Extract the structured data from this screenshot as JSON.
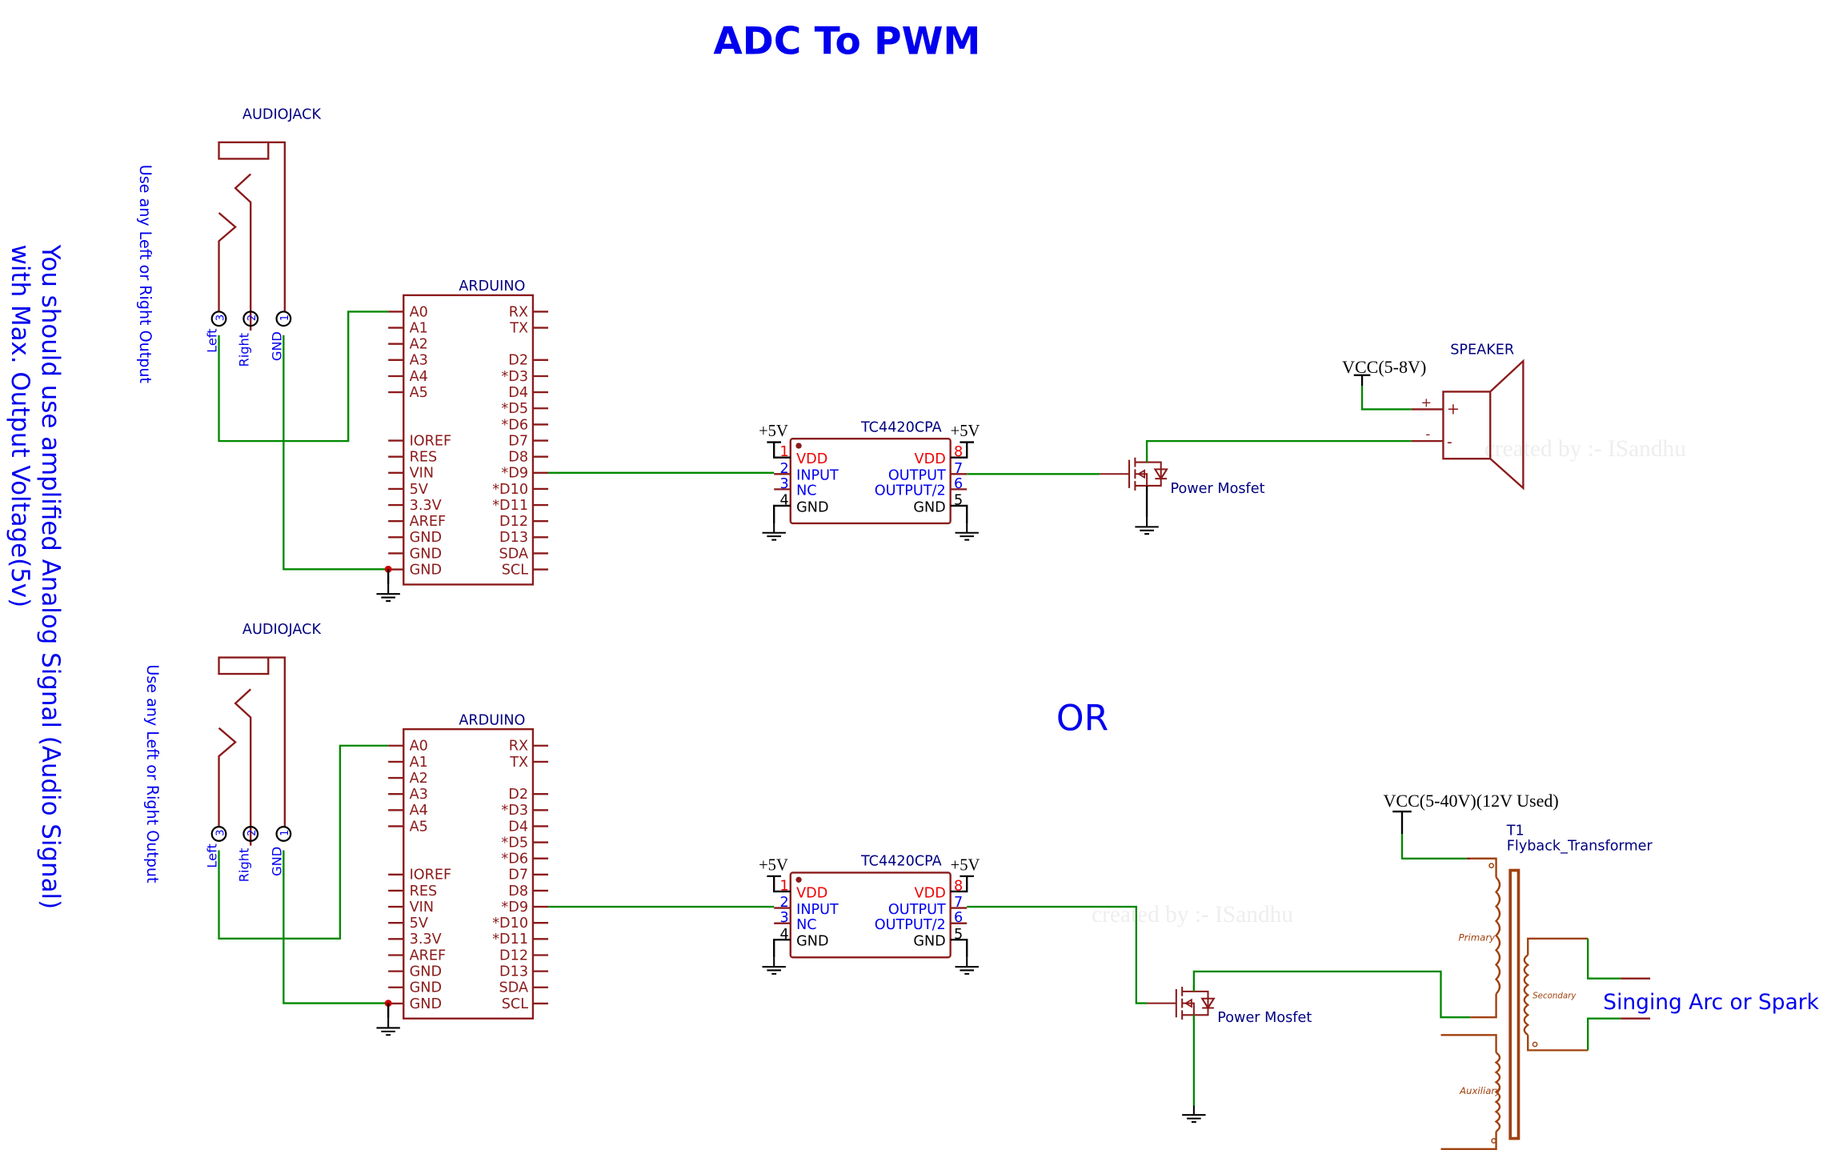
{
  "title": "ADC To PWM",
  "side_note": [
    "You should use amplified Analog Signal (Audio Signal)",
    "with Max. Output Voltage(5v)"
  ],
  "jack_note": "Use any Left or Right Output",
  "or_label": "OR",
  "watermark": "created by :- ISandhu",
  "audiojack": {
    "label": "AUDIOJACK",
    "pins": [
      {
        "name": "Left",
        "num": "3"
      },
      {
        "name": "Right",
        "num": "2"
      },
      {
        "name": "GND",
        "num": "1"
      }
    ]
  },
  "arduino": {
    "label": "ARDUINO",
    "left_pins": [
      [
        "A0",
        0
      ],
      [
        "A1",
        1
      ],
      [
        "A2",
        2
      ],
      [
        "A3",
        3
      ],
      [
        "A4",
        4
      ],
      [
        "A5",
        5
      ],
      [
        "IOREF",
        8
      ],
      [
        "RES",
        9
      ],
      [
        "VIN",
        10
      ],
      [
        "5V",
        11
      ],
      [
        "3.3V",
        12
      ],
      [
        "AREF",
        13
      ],
      [
        "GND",
        14
      ],
      [
        "GND",
        15
      ],
      [
        "GND",
        16
      ]
    ],
    "right_pins": [
      [
        "RX",
        0
      ],
      [
        "TX",
        1
      ],
      [
        "D2",
        3
      ],
      [
        "*D3",
        4
      ],
      [
        "D4",
        5
      ],
      [
        "*D5",
        6
      ],
      [
        "*D6",
        7
      ],
      [
        "D7",
        8
      ],
      [
        "D8",
        9
      ],
      [
        "*D9",
        10
      ],
      [
        "*D10",
        11
      ],
      [
        "*D11",
        12
      ],
      [
        "D12",
        13
      ],
      [
        "D13",
        14
      ],
      [
        "SDA",
        15
      ],
      [
        "SCL",
        16
      ]
    ]
  },
  "driver": {
    "label": "TC4420CPA",
    "supply": "+5V",
    "left_pins": [
      {
        "num": "1",
        "name": "VDD",
        "color": "#ee0000"
      },
      {
        "num": "2",
        "name": "INPUT",
        "color": "#0000ee"
      },
      {
        "num": "3",
        "name": "NC",
        "color": "#0000ee"
      },
      {
        "num": "4",
        "name": "GND",
        "color": "#000000"
      }
    ],
    "right_pins": [
      {
        "num": "8",
        "name": "VDD",
        "color": "#ee0000"
      },
      {
        "num": "7",
        "name": "OUTPUT",
        "color": "#0000ee"
      },
      {
        "num": "6",
        "name": "OUTPUT/2",
        "color": "#0000ee"
      },
      {
        "num": "5",
        "name": "GND",
        "color": "#000000"
      }
    ]
  },
  "mosfet_label": "Power Mosfet",
  "speaker": {
    "label": "SPEAKER",
    "vcc": "VCC(5-8V)",
    "plus": "+",
    "minus": "-"
  },
  "transformer": {
    "ref": "T1",
    "name": "Flyback_Transformer",
    "vcc": "VCC(5-40V)(12V Used)",
    "primary": "Primary",
    "secondary": "Secondary",
    "auxiliary": "Auxiliary"
  },
  "output_label": "Singing Arc or Spark",
  "colors": {
    "wire": "#008800",
    "component": "#8b1a1a",
    "label": "#000080",
    "note": "#0000ee",
    "coil": "#a0410d"
  }
}
